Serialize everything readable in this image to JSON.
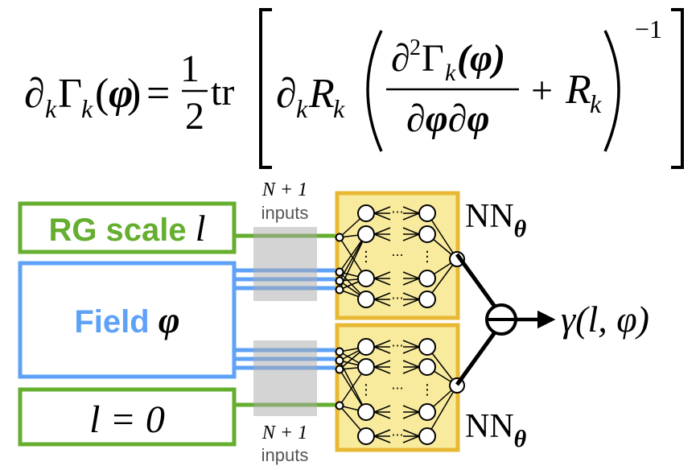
{
  "equation": {
    "lhs_partial": "∂",
    "lhs_sub_k": "k",
    "lhs_gamma": "Γ",
    "lhs_gamma_sub": "k",
    "lhs_paren_open": "(",
    "lhs_phi": "φ",
    "lhs_paren_close": ")",
    "equals": "=",
    "half_num": "1",
    "half_den": "2",
    "trace": "tr",
    "bracket_open": "[",
    "dk_partial": "∂",
    "dk_sub": "k",
    "R": "R",
    "R_sub": "k",
    "paren_open": "(",
    "frac_num_partial": "∂",
    "frac_num_exp": "2",
    "frac_num_gamma": "Γ",
    "frac_num_gamma_sub": "k",
    "frac_num_args": "(φ)",
    "frac_den": "∂φ∂φ",
    "plus": "+",
    "R2": "R",
    "R2_sub": "k",
    "paren_close": ")",
    "exponent": "−1",
    "bracket_close": "]"
  },
  "inputs": {
    "rg_scale": {
      "text": "RG scale ",
      "symbol": "l",
      "color": "#65ae2f"
    },
    "field": {
      "text": "Field ",
      "symbol": "φ",
      "color": "#5ea2f7"
    },
    "l_zero": {
      "text": "l = 0",
      "color": "#65ae2f"
    }
  },
  "input_groups": {
    "top": {
      "count": "N + 1",
      "label": "inputs"
    },
    "bottom": {
      "count": "N + 1",
      "label": "inputs"
    }
  },
  "networks": {
    "top_label": "NN",
    "top_sub": "θ",
    "bottom_label": "NN",
    "bottom_sub": "θ",
    "label_color": "#9b2208",
    "box_fill": "#f9eb9d",
    "box_border": "#e8b834",
    "ellipsis_h": "···",
    "ellipsis_v": "⋮"
  },
  "output": {
    "operator": "minus",
    "label": "γ(l, φ)"
  },
  "colors": {
    "green": "#65ae2f",
    "blue": "#5ea2f7",
    "gray_band": "#cccccc",
    "gray_text": "#555555"
  }
}
